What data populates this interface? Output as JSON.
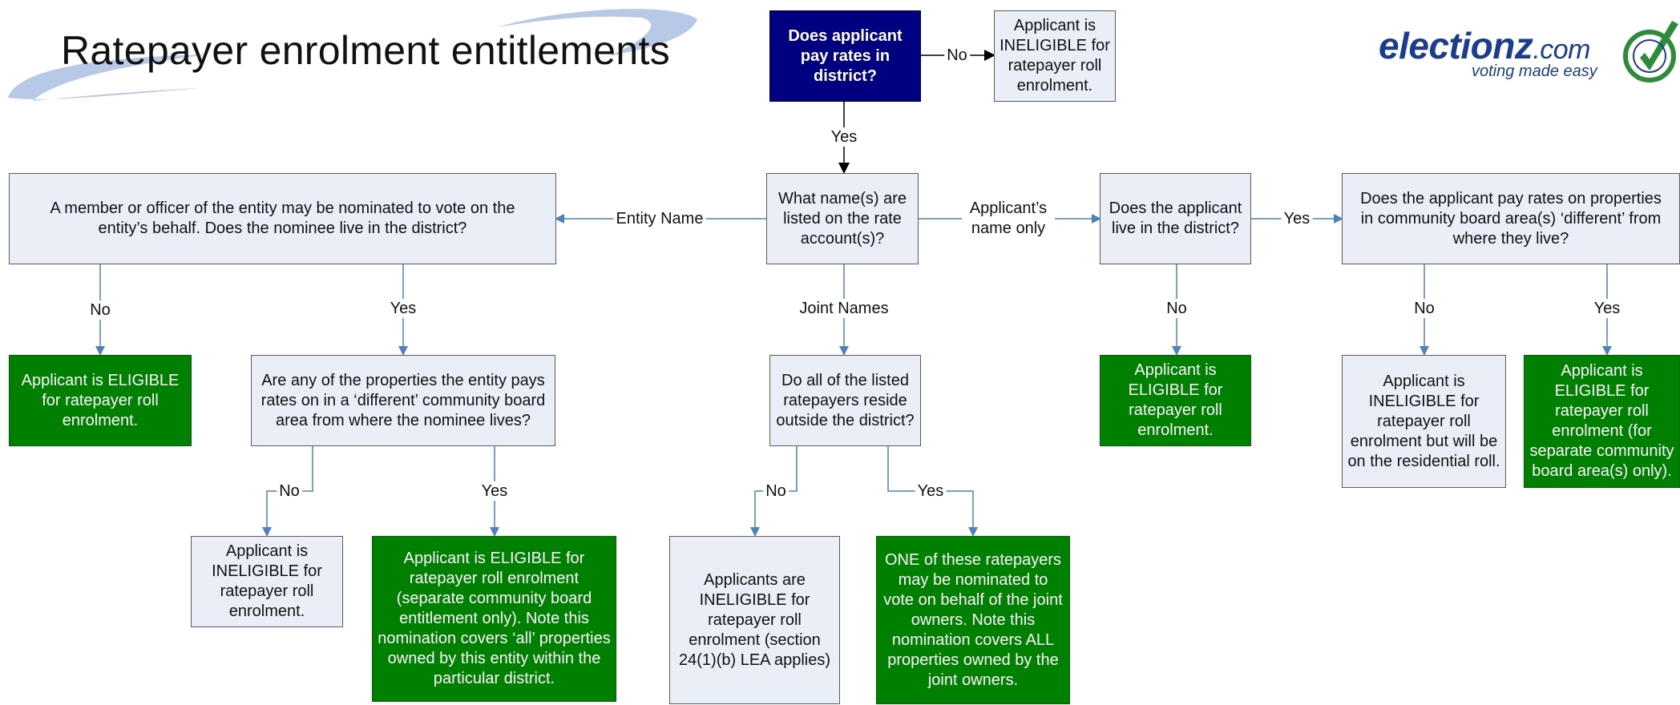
{
  "title": "Ratepayer enrolment entitlements",
  "logo": {
    "brand": "electionz",
    "suffix": ".com",
    "tagline": "voting made easy"
  },
  "colors": {
    "start_fill": "#000080",
    "question_fill": "#e9eef7",
    "eligible_fill": "#008000",
    "connector": "#4f81bd",
    "swoosh": "#b7c9e6"
  },
  "nodes": {
    "start": "Does applicant pay rates in district?",
    "ineligible_no_rates": "Applicant is INELIGIBLE for ratepayer roll enrolment.",
    "names_on_account": "What name(s) are listed on the rate account(s)?",
    "entity_nominee": "A member or officer of the entity may be nominated to vote on the entity’s behalf.  Does the nominee live in the district?",
    "entity_eligible": "Applicant is ELIGIBLE for ratepayer roll enrolment.",
    "entity_diff_area": "Are any of the properties the entity pays rates on in a ‘different’ community board area from where the nominee lives?",
    "entity_ineligible": "Applicant is INELIGIBLE for ratepayer roll enrolment.",
    "entity_separate": "Applicant is ELIGIBLE for ratepayer roll enrolment (separate community board entitlement only). Note this nomination covers ‘all’ properties owned by this entity within the particular district.",
    "joint_outside": "Do all of the listed ratepayers reside outside the district?",
    "joint_ineligible": "Applicants are INELIGIBLE for ratepayer roll enrolment (section 24(1)(b) LEA applies)",
    "joint_one": "ONE of these ratepayers may be nominated to vote on behalf of the joint owners.  Note this nomination covers ALL properties owned by the joint owners.",
    "applicant_live": "Does the applicant live in the district?",
    "applicant_eligible": "Applicant is ELIGIBLE for ratepayer roll enrolment.",
    "applicant_diff_area": "Does the applicant pay rates on properties in community board area(s) ‘different’ from where they live?",
    "applicant_residential": "Applicant is INELIGIBLE for ratepayer roll enrolment but will be on the residential roll.",
    "applicant_separate": "Applicant is ELIGIBLE for ratepayer roll enrolment (for separate community board area(s) only)."
  },
  "edge_labels": {
    "start_no": "No",
    "start_yes": "Yes",
    "entity_name": "Entity Name",
    "applicant_name_only": "Applicant’s name only",
    "joint_names": "Joint Names",
    "applicant_live_yes": "Yes",
    "applicant_live_no": "No",
    "nominee_no": "No",
    "nominee_yes": "Yes",
    "entity_area_no": "No",
    "entity_area_yes": "Yes",
    "joint_no": "No",
    "joint_yes": "Yes",
    "diff_no": "No",
    "diff_yes": "Yes"
  }
}
